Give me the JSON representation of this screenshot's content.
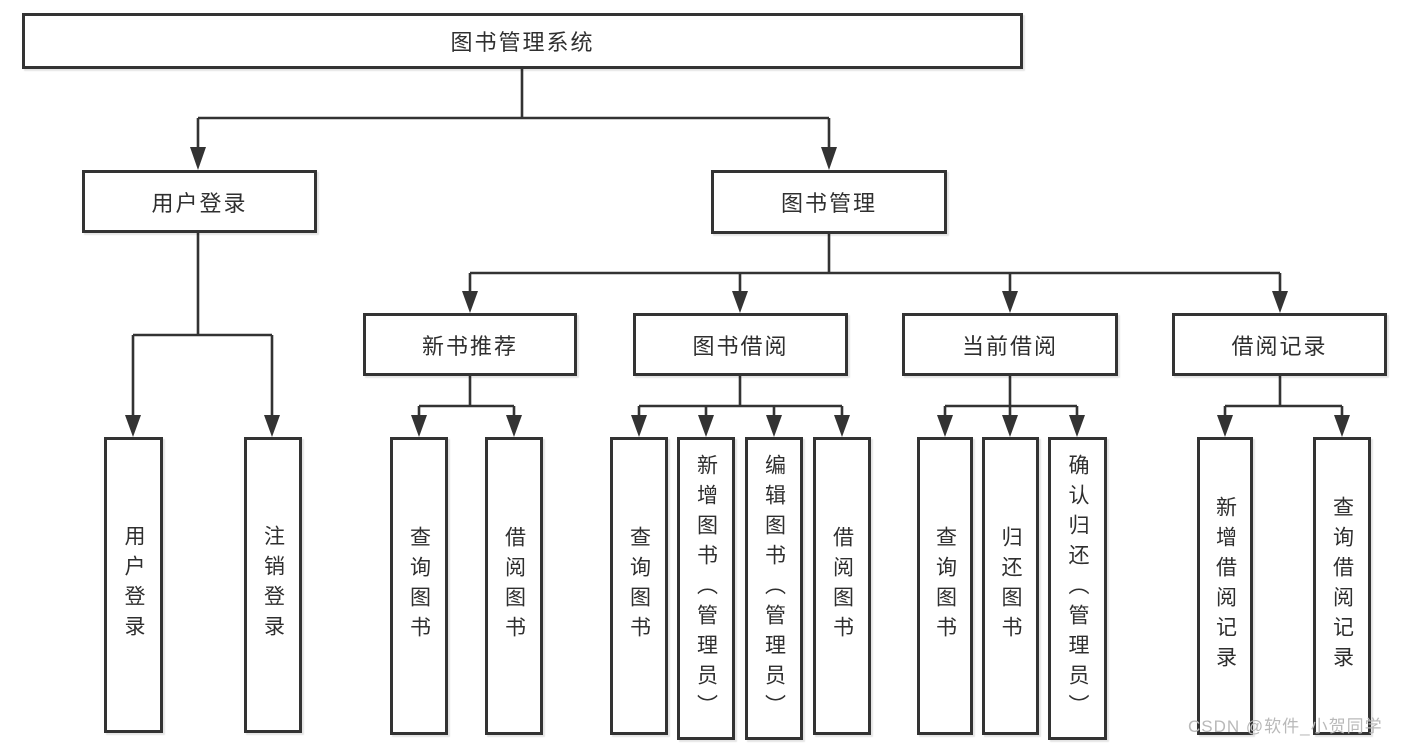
{
  "diagram": {
    "root": {
      "label": "图书管理系统"
    },
    "level2": [
      {
        "id": "user-login",
        "label": "用户登录",
        "parent": "图书管理系统"
      },
      {
        "id": "book-management",
        "label": "图书管理",
        "parent": "图书管理系统"
      }
    ],
    "level3": [
      {
        "id": "new-book-recommend",
        "label": "新书推荐",
        "parent": "图书管理"
      },
      {
        "id": "book-borrow",
        "label": "图书借阅",
        "parent": "图书管理"
      },
      {
        "id": "current-borrow",
        "label": "当前借阅",
        "parent": "图书管理"
      },
      {
        "id": "borrow-records",
        "label": "借阅记录",
        "parent": "图书管理"
      }
    ],
    "leaves": [
      {
        "id": "leaf-user-login",
        "label": "用户登录",
        "parent": "用户登录"
      },
      {
        "id": "leaf-logout",
        "label": "注销登录",
        "parent": "用户登录"
      },
      {
        "id": "leaf-query-book-1",
        "label": "查询图书",
        "parent": "新书推荐"
      },
      {
        "id": "leaf-borrow-book-1",
        "label": "借阅图书",
        "parent": "新书推荐"
      },
      {
        "id": "leaf-query-book-2",
        "label": "查询图书",
        "parent": "图书借阅"
      },
      {
        "id": "leaf-add-book-admin",
        "label": "新增图书（管理员）",
        "parent": "图书借阅"
      },
      {
        "id": "leaf-edit-book-admin",
        "label": "编辑图书（管理员）",
        "parent": "图书借阅"
      },
      {
        "id": "leaf-borrow-book-2",
        "label": "借阅图书",
        "parent": "图书借阅"
      },
      {
        "id": "leaf-query-book-3",
        "label": "查询图书",
        "parent": "当前借阅"
      },
      {
        "id": "leaf-return-book",
        "label": "归还图书",
        "parent": "当前借阅"
      },
      {
        "id": "leaf-confirm-return-admin",
        "label": "确认归还（管理员）",
        "parent": "当前借阅"
      },
      {
        "id": "leaf-add-borrow-record",
        "label": "新增借阅记录",
        "parent": "借阅记录"
      },
      {
        "id": "leaf-query-borrow-record",
        "label": "查询借阅记录",
        "parent": "借阅记录"
      }
    ]
  },
  "watermark": {
    "text": "CSDN @软件_小贺同学"
  },
  "colors": {
    "border": "#333333",
    "line": "#333333",
    "text": "#2f2f2f",
    "watermark": "#b9b9b9",
    "background": "#ffffff"
  }
}
